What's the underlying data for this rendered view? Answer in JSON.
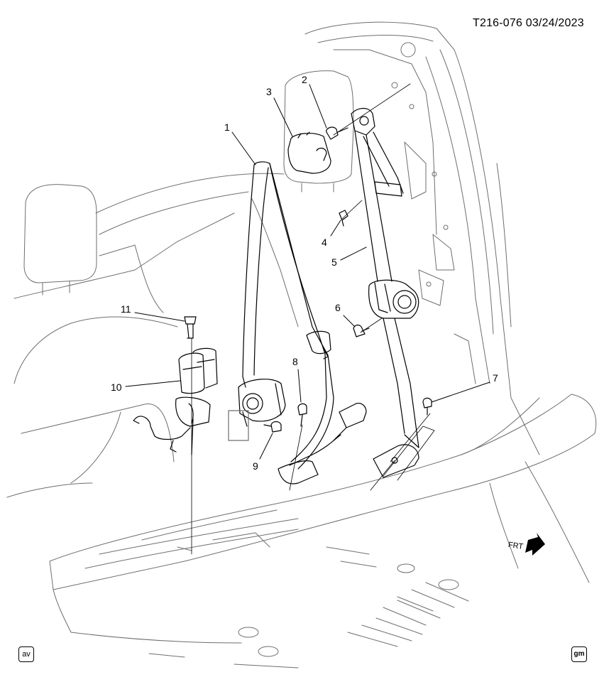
{
  "header": {
    "doc_id": "T216-076  03/24/2023"
  },
  "callouts": [
    {
      "id": "1",
      "label": "1"
    },
    {
      "id": "2",
      "label": "2"
    },
    {
      "id": "3",
      "label": "3"
    },
    {
      "id": "4",
      "label": "4"
    },
    {
      "id": "5",
      "label": "5"
    },
    {
      "id": "6",
      "label": "6"
    },
    {
      "id": "7",
      "label": "7"
    },
    {
      "id": "8",
      "label": "8"
    },
    {
      "id": "9",
      "label": "9"
    },
    {
      "id": "10",
      "label": "10"
    },
    {
      "id": "11",
      "label": "11"
    }
  ],
  "direction_marker": {
    "label": "FRT"
  },
  "footer": {
    "left_badge": "av",
    "right_badge": "gm"
  },
  "colors": {
    "line": "#000000",
    "background": "#ffffff",
    "light_line": "#7a7a7a"
  }
}
